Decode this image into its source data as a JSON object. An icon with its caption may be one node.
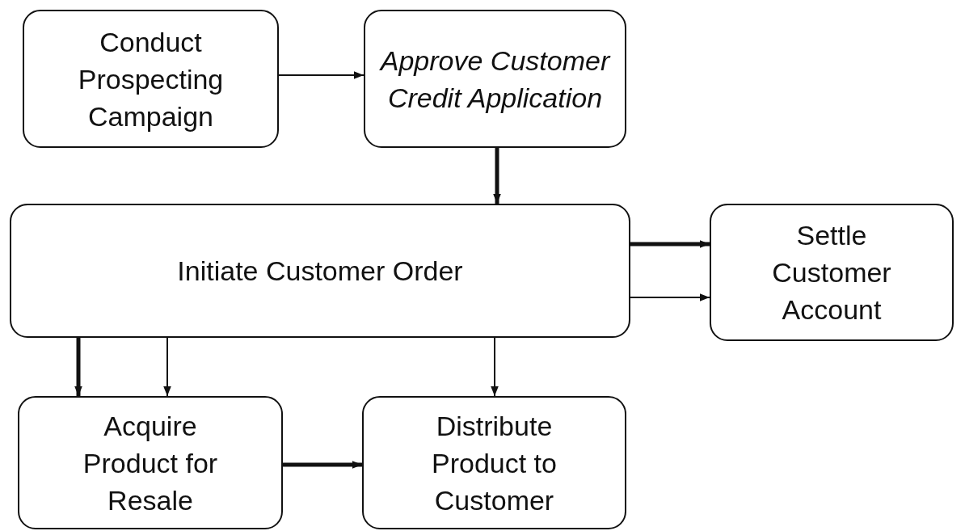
{
  "diagram": {
    "nodes": [
      {
        "text": [
          "Conduct Prospecting Campaign"
        ]
      },
      {
        "text": [
          "Approve Customer Credit Application"
        ]
      },
      {
        "text": [
          "Initiate Customer Order"
        ]
      },
      {
        "text": [
          "Settle Customer Account"
        ]
      },
      {
        "text": [
          "Acquire Product for Resale"
        ]
      },
      {
        "text": [
          "Distribute Product to Customer"
        ]
      }
    ],
    "edges": [
      {
        "from": 0,
        "to": 1,
        "arrow": "to"
      },
      {
        "from": 1,
        "to": 2,
        "arrow": "to",
        "style": "thick"
      },
      {
        "from": 2,
        "to": 3,
        "arrow": "to",
        "style": "thick"
      },
      {
        "from": 2,
        "to": 3,
        "arrow": "to"
      },
      {
        "from": 2,
        "to": 4,
        "arrow": "to",
        "style": "thick"
      },
      {
        "from": 2,
        "to": 4,
        "arrow": "to"
      },
      {
        "from": 2,
        "to": 5,
        "arrow": "to"
      },
      {
        "from": 4,
        "to": 5,
        "arrow": "to",
        "style": "thick"
      }
    ]
  }
}
